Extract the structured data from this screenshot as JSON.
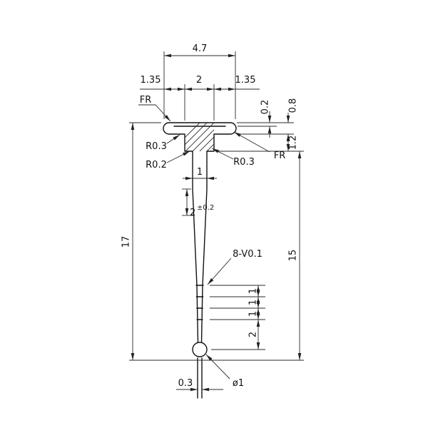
{
  "drawing": {
    "background": "#ffffff",
    "line_color": "#111111",
    "dims": {
      "overall_width": "4.7",
      "left_shoulder": "1.35",
      "center_width": "2",
      "right_shoulder": "1.35",
      "step_depth": "0.2",
      "flange_thickness": "0.8",
      "pedestal_depth": "1.2",
      "overall_height": "17",
      "shaft_height": "15",
      "stem_width": "1",
      "stem_length": "2",
      "stem_length_tol": "±0.2",
      "groove_pitch_1": "1",
      "groove_pitch_2": "1",
      "groove_pitch_3": "1",
      "tip_length": "2",
      "tip_width": "0.3",
      "ball_diameter": "ø1"
    },
    "notes": {
      "fr_left": "FR",
      "fr_right": "FR",
      "radius_left_upper": "R0.3",
      "radius_left_lower": "R0.2",
      "radius_right": "R0.3",
      "groove_note": "8-V0.1"
    }
  }
}
